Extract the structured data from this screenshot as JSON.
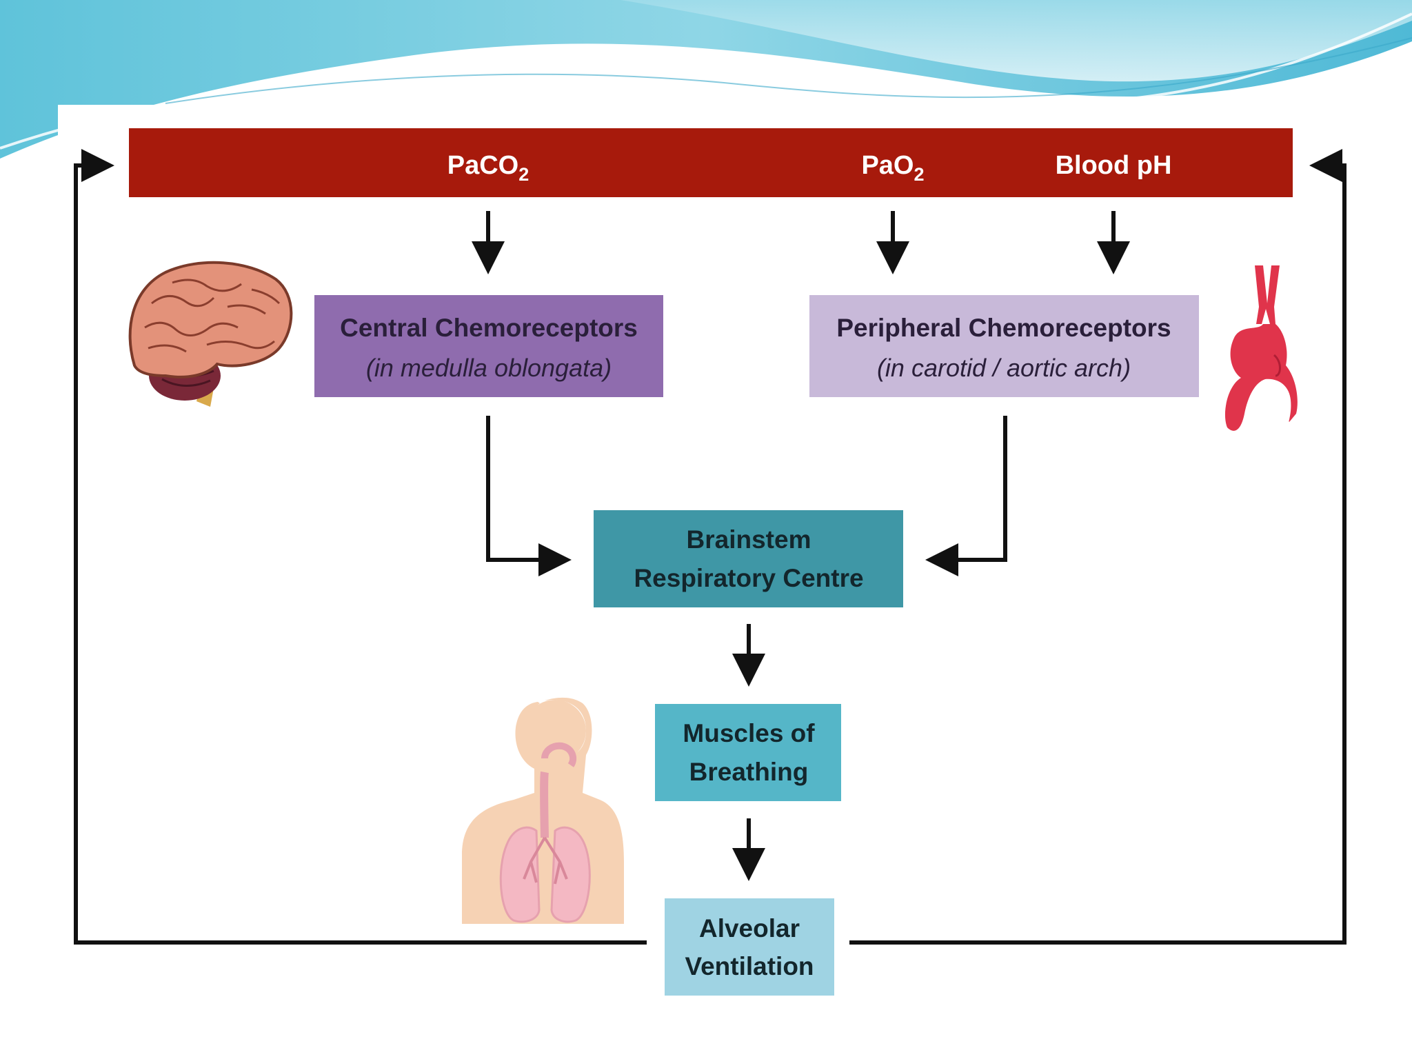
{
  "factors": {
    "paco2": {
      "base": "PaCO",
      "sub": "2"
    },
    "pao2": {
      "base": "PaO",
      "sub": "2"
    },
    "blood_ph": "Blood pH"
  },
  "boxes": {
    "central": {
      "title": "Central Chemoreceptors",
      "subtitle": "(in medulla oblongata)"
    },
    "peripheral": {
      "title": "Peripheral Chemoreceptors",
      "subtitle": "(in carotid / aortic arch)"
    },
    "brainstem": {
      "line1": "Brainstem",
      "line2": "Respiratory Centre"
    },
    "muscles": {
      "line1": "Muscles of",
      "line2": "Breathing"
    },
    "alveolar": {
      "line1": "Alveolar",
      "line2": "Ventilation"
    }
  },
  "colors": {
    "factor_bar": "#a71a0c",
    "central_box": "#8f6cae",
    "peripheral_box": "#c8b9d9",
    "brainstem_box": "#3f97a6",
    "muscles_box": "#55b6c8",
    "alveolar_box": "#9fd3e3",
    "arrow": "#111111"
  },
  "icons": {
    "brain": "brain-icon",
    "aorta": "aorta-icon",
    "torso": "torso-lungs-icon"
  }
}
